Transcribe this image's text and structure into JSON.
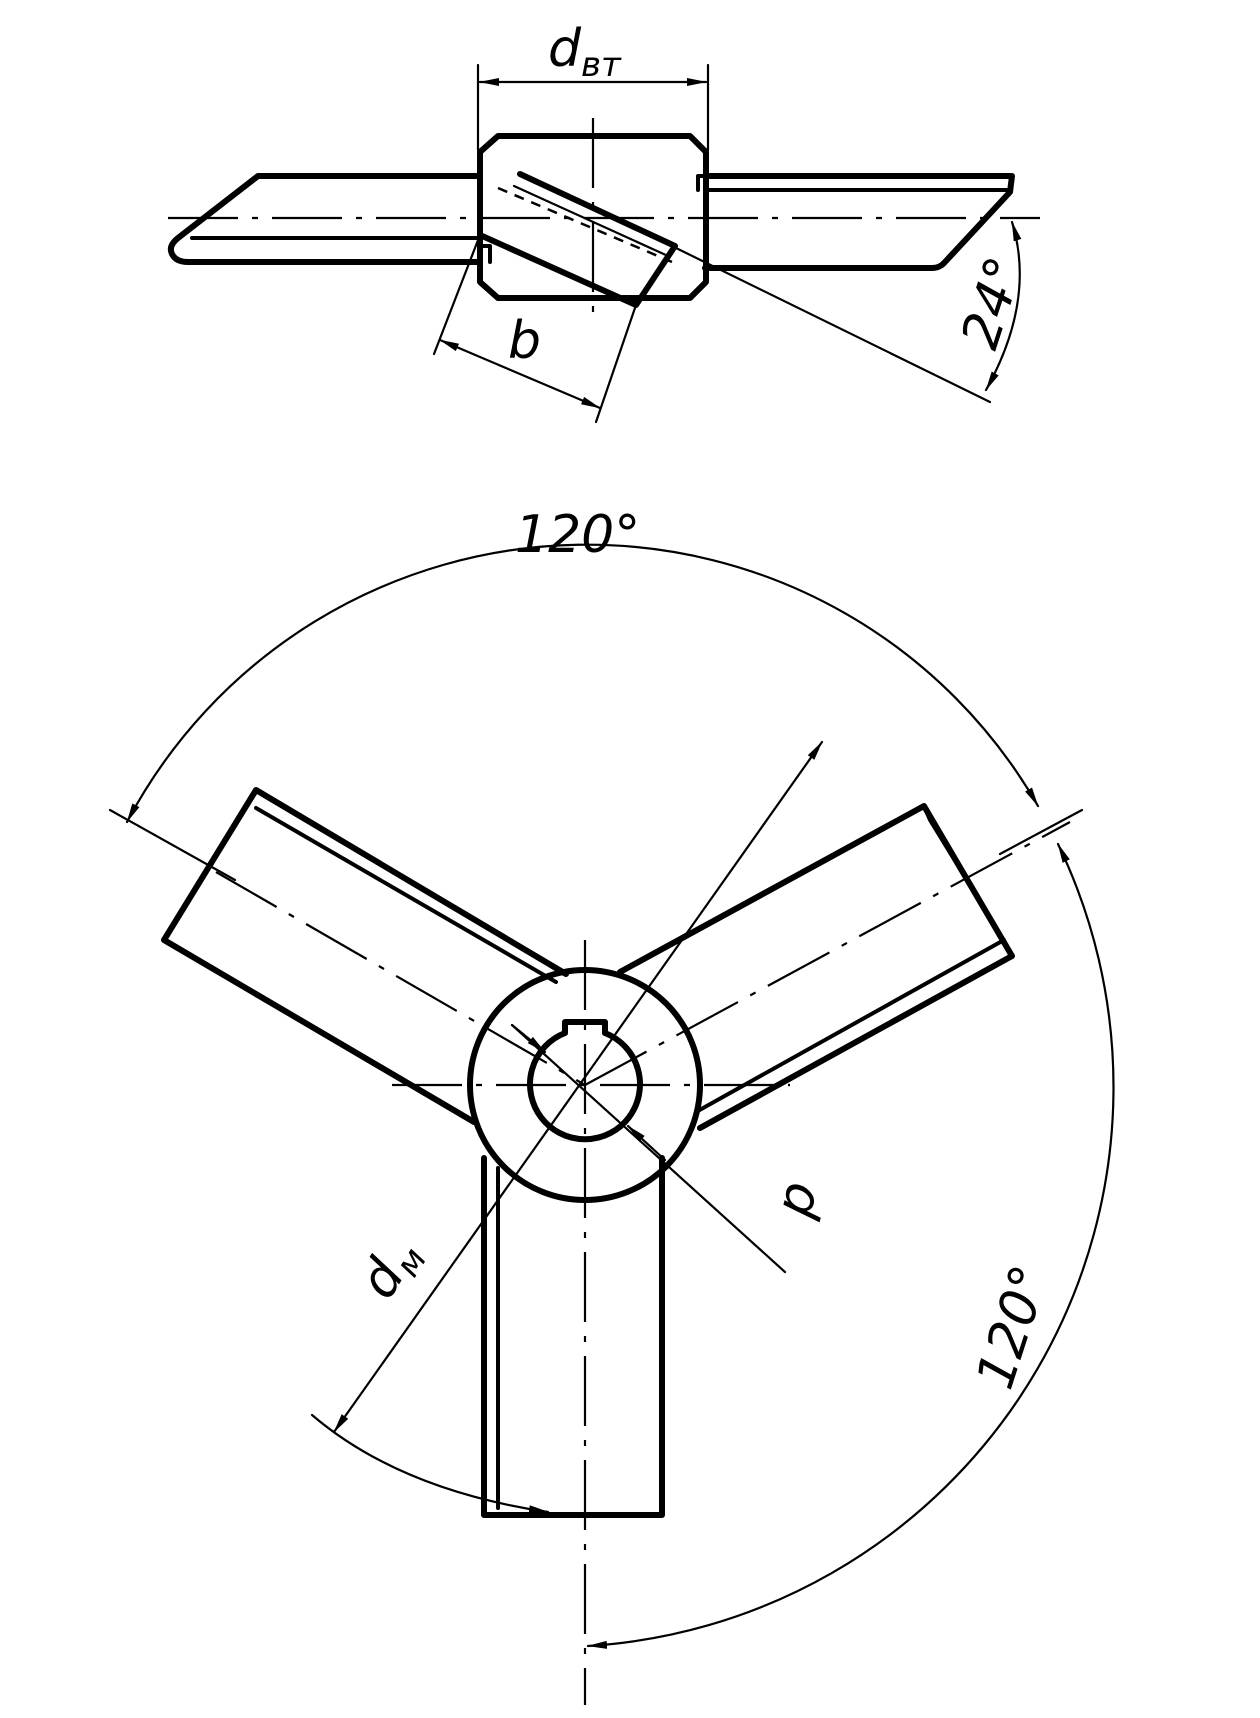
{
  "labels": {
    "hub_diameter_main": "d",
    "hub_diameter_sub": "вт",
    "blade_width": "b",
    "blade_angle": "24°",
    "angle_top": "120°",
    "angle_right": "120°",
    "stirrer_diameter_main": "d",
    "stirrer_diameter_sub": "м",
    "shaft_diameter": "d"
  }
}
